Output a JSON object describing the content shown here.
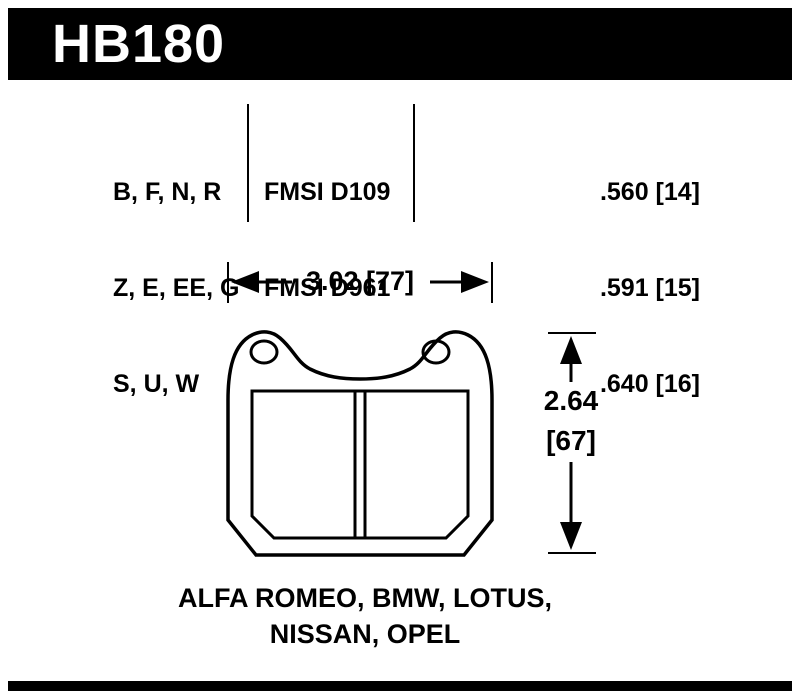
{
  "header": {
    "part_number": "HB180"
  },
  "spec_table": {
    "compounds": [
      "B, F, N, R",
      "Z, E, EE, G",
      "S, U, W"
    ],
    "fmsi": [
      "FMSI D109",
      "FMSI D961"
    ],
    "thicknesses": [
      ".560 [14]",
      ".591 [15]",
      ".640 [16]"
    ]
  },
  "dimensions": {
    "width": "3.02 [77]",
    "height_in": "2.64",
    "height_mm": "[67]"
  },
  "applications": {
    "line1": "ALFA ROMEO, BMW, LOTUS,",
    "line2": "NISSAN, OPEL"
  },
  "colors": {
    "ink": "#000000",
    "background": "#ffffff"
  }
}
